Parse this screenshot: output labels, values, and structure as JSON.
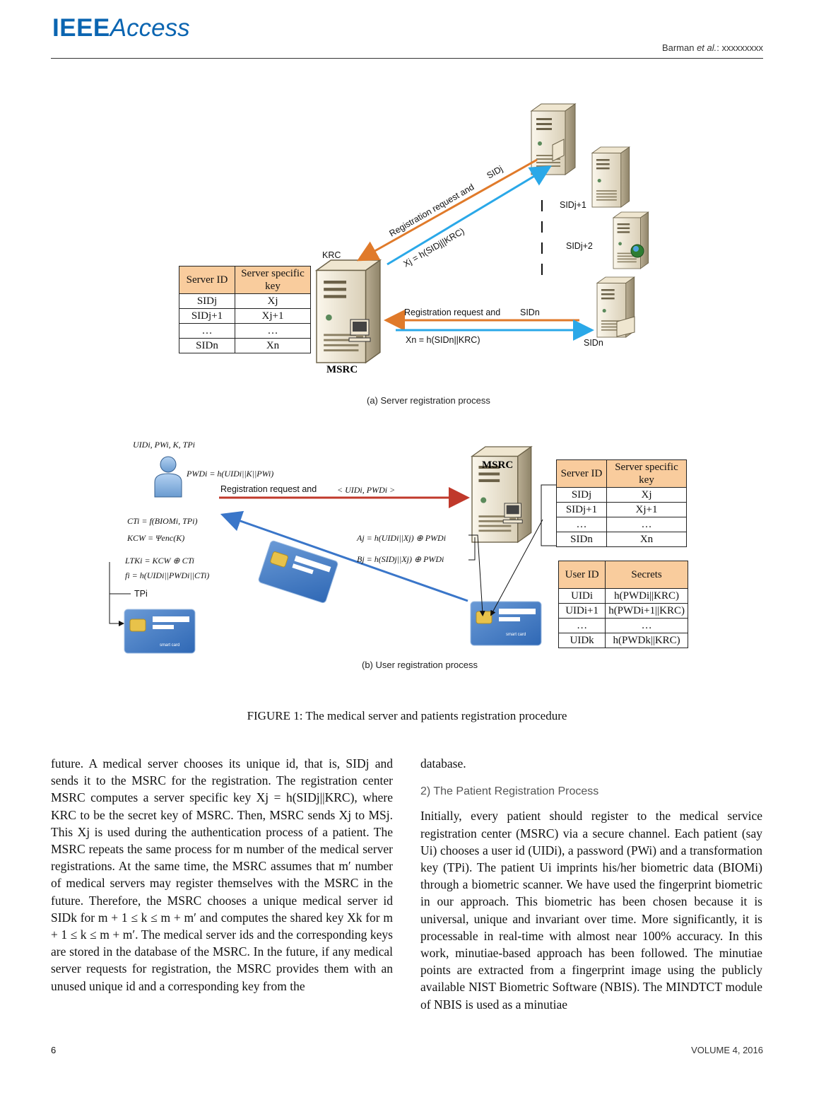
{
  "header": {
    "logo_ieee": "IEEE",
    "logo_access": "Access",
    "author_prefix": "Barman ",
    "author_etal": "et al.",
    "author_suffix": ": xxxxxxxxx"
  },
  "figure": {
    "a": {
      "caption": "(a) Server registration process",
      "msrc_label": "MSRC",
      "krc_label": "KRC",
      "reg_request_j": "Registration request and",
      "sid_j": "SIDj",
      "xj_formula": "Xj = h(SIDj||KRC)",
      "sid_j1": "SIDj+1",
      "sid_j2": "SIDj+2",
      "reg_request_n": "Registration request and",
      "sid_n_top": "SIDn",
      "xn_formula": "Xn = h(SIDn||KRC)",
      "sid_n_server": "SIDn",
      "table": {
        "headers": [
          "Server ID",
          "Server specific key"
        ],
        "rows": [
          [
            "SIDj",
            "Xj"
          ],
          [
            "SIDj+1",
            "Xj+1"
          ],
          [
            "…",
            "…"
          ],
          [
            "SIDn",
            "Xn"
          ]
        ]
      }
    },
    "b": {
      "caption": "(b) User registration process",
      "user_inputs": "UIDi, PWi, K, TPi",
      "pwd_formula": "PWDi = h(UIDi||K||PWi)",
      "reg_request": "Registration request and",
      "reg_tuple": "< UIDi, PWDi >",
      "ct_formula": "CTi = f(BIOMi, TPi)",
      "kcw_formula": "KCW = Ψenc(K)",
      "ltk_formula": "LTKi = KCW ⊕ CTi",
      "fi_formula": "fi = h(UIDi||PWDi||CTi)",
      "tp_label": "TPi",
      "aj_formula": "Aj = h(UIDi||Xj) ⊕ PWDi",
      "bj_formula": "Bj = h(SIDj||Xj) ⊕ PWDi",
      "msrc_label": "MSRC",
      "smart_card": "smart card",
      "server_table": {
        "headers": [
          "Server ID",
          "Server specific key"
        ],
        "rows": [
          [
            "SIDj",
            "Xj"
          ],
          [
            "SIDj+1",
            "Xj+1"
          ],
          [
            "…",
            "…"
          ],
          [
            "SIDn",
            "Xn"
          ]
        ]
      },
      "user_table": {
        "headers": [
          "User ID",
          "Secrets"
        ],
        "rows": [
          [
            "UIDi",
            "h(PWDi||KRC)"
          ],
          [
            "UIDi+1",
            "h(PWDi+1||KRC)"
          ],
          [
            "…",
            "…"
          ],
          [
            "UIDk",
            "h(PWDk||KRC)"
          ]
        ]
      }
    },
    "title": "FIGURE 1: The medical server and patients registration procedure"
  },
  "body": {
    "left": "future. A medical server chooses its unique id, that is, SIDj and sends it to the MSRC for the registration. The registration center MSRC computes a server specific key Xj = h(SIDj||KRC), where KRC to be the secret key of MSRC. Then, MSRC sends Xj to MSj. This Xj is used during the authentication process of a patient. The MSRC repeats the same process for m number of the medical server registrations. At the same time, the MSRC assumes that m′ number of medical servers may register themselves with the MSRC in the future. Therefore, the MSRC chooses a unique medical server id SIDk for m + 1 ≤ k ≤ m + m′ and computes the shared key Xk for m + 1 ≤ k ≤ m + m′. The medical server ids and the corresponding keys are stored in the database of the MSRC. In the future, if any medical server requests for registration, the MSRC provides them with an unused unique id and a corresponding key from the",
    "right_top": "database.",
    "subheading": "2)  The Patient Registration Process",
    "right": "Initially, every patient should register to the medical service registration center (MSRC) via a secure channel. Each patient (say Ui) chooses a user id (UIDi), a password (PWi) and a transformation key (TPi). The patient Ui imprints his/her biometric data (BIOMi) through a biometric scanner. We have used the fingerprint biometric in our approach. This biometric has been chosen because it is universal, unique and invariant over time. More significantly, it is processable in real-time with almost near 100% accuracy. In this work, minutiae-based approach has been followed. The minutiae points are extracted from a fingerprint image using the publicly available NIST Biometric Software (NBIS). The MINDTCT module of NBIS is used as a minutiae"
  },
  "footer": {
    "page": "6",
    "volume": "VOLUME 4, 2016"
  }
}
